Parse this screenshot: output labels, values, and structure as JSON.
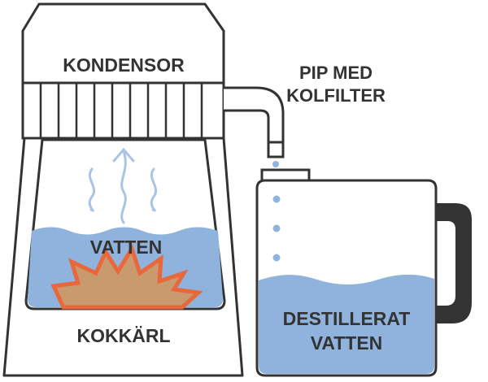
{
  "labels": {
    "condenser": "KONDENSOR",
    "spout_line1": "PIP MED",
    "spout_line2": "KOLFILTER",
    "water": "VATTEN",
    "boiler": "KOKKÄRL",
    "distilled_line1": "DESTILLERAT",
    "distilled_line2": "VATTEN"
  },
  "colors": {
    "outline": "#333333",
    "water": "#8fb3dc",
    "steam": "#a9c5e6",
    "drops": "#8fb3dc",
    "flame_fill": "#c99a6e",
    "flame_stroke": "#e8683c",
    "handle": "#333333"
  },
  "icons": [
    "steam-arrow-icon",
    "steam-wave-icon",
    "flame-icon",
    "water-drop-icon",
    "jug-handle-icon"
  ]
}
